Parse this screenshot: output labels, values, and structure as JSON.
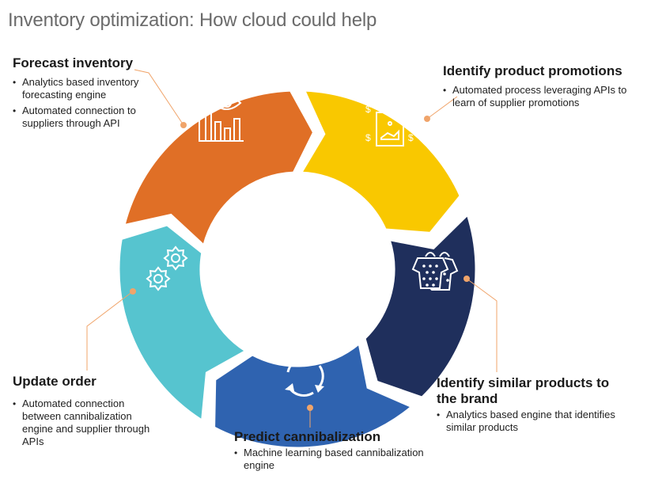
{
  "title": "Inventory optimization: How cloud could help",
  "colors": {
    "forecast": "#e06f26",
    "promotions": "#f9c800",
    "similar": "#1f2f5c",
    "cannibalization": "#2f63b0",
    "update": "#56c4cf",
    "leader": "#f0a46a"
  },
  "segments": [
    {
      "id": "forecast",
      "icon": "bar-chart-eye-icon",
      "heading": "Forecast inventory",
      "bullets": [
        "Analytics based inventory forecasting engine",
        "Automated connection to suppliers through API"
      ]
    },
    {
      "id": "promotions",
      "icon": "shopping-bag-dollar-icon",
      "heading": "Identify product promotions",
      "bullets": [
        "Automated process leveraging APIs to learn of supplier promotions"
      ]
    },
    {
      "id": "similar",
      "icon": "shirts-on-hangers-icon",
      "heading": "Identify similar products to the brand",
      "bullets": [
        "Analytics based engine that identifies similar products"
      ]
    },
    {
      "id": "cannibalization",
      "icon": "refresh-cycle-icon",
      "heading": "Predict cannibalization",
      "bullets": [
        "Machine learning based cannibalization engine"
      ]
    },
    {
      "id": "update",
      "icon": "gears-icon",
      "heading": "Update order",
      "bullets": [
        "Automated connection between cannibalization engine and supplier through APIs"
      ]
    }
  ]
}
